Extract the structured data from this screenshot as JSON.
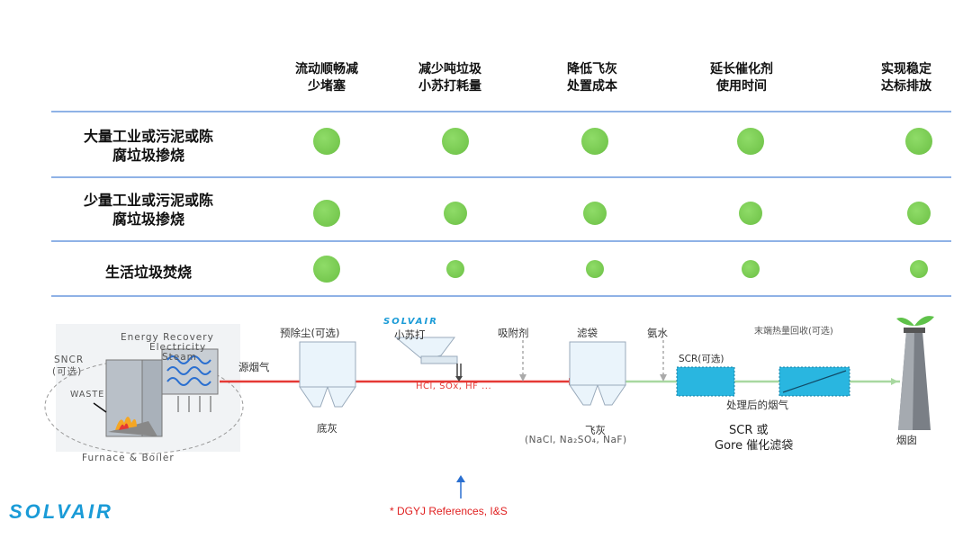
{
  "table": {
    "columns": [
      "流动顺畅减\n少堵塞",
      "减少吨垃圾\n小苏打耗量",
      "降低飞灰\n处置成本",
      "延长催化剂\n使用时间",
      "实现稳定\n达标排放"
    ],
    "rows": [
      {
        "label": "大量工业或污泥或陈\n腐垃圾掺烧",
        "levels": [
          3,
          3,
          3,
          3,
          3
        ]
      },
      {
        "label": "少量工业或污泥或陈\n腐垃圾掺烧",
        "levels": [
          3,
          2,
          2,
          2,
          2
        ]
      },
      {
        "label": "生活垃圾焚烧",
        "levels": [
          3,
          1,
          1,
          1,
          1
        ]
      }
    ]
  },
  "process": {
    "energy_recovery": "Energy Recovery",
    "electricity": "Electricity",
    "steam": "Steam",
    "sncr": "SNCR",
    "sncr_optional": "(可选)",
    "waste": "WASTE",
    "furnace_boiler": "Furnace & Boiler",
    "raw_flue_gas": "源烟气",
    "pre_dust": "预除尘(可选)",
    "bottom_ash": "底灰",
    "solvair_small": "SOLVAIR",
    "baking_soda": "小苏打",
    "pollutants": "HCl, SOx, HF ...",
    "adsorbent": "吸附剂",
    "filter_bag": "滤袋",
    "fly_ash": "飞灰",
    "fly_ash_comp": "(NaCl, Na₂SO₄, NaF)",
    "ammonia": "氨水",
    "scr_optional": "SCR(可选)",
    "treated_gas": "处理后的烟气",
    "heat_recovery": "末端热量回收(可选)",
    "scr_or_1": "SCR 或",
    "scr_or_2": "Gore 催化滤袋",
    "chimney": "烟囱"
  },
  "footer": {
    "logo": "SOLVAIR",
    "reference": "* DGYJ References, I&S"
  },
  "colors": {
    "dot_green": "#76c84f",
    "line_blue": "#8fb2e6",
    "flue_red": "#e53935",
    "scr_cyan": "#29b6e0",
    "logo_blue": "#1a9bd7",
    "reference_red": "#e02020"
  }
}
